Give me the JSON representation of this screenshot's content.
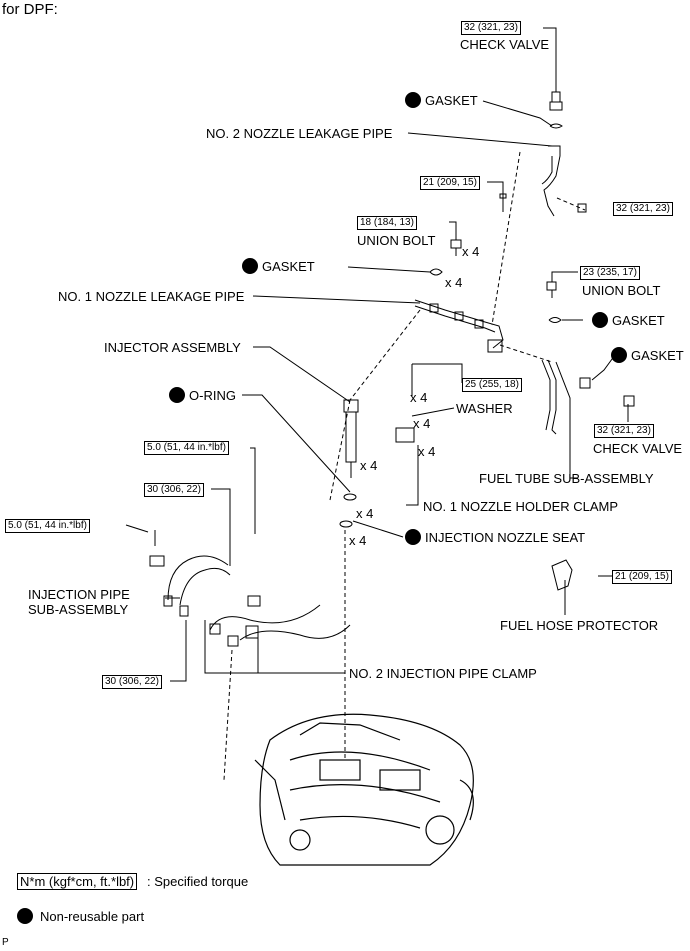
{
  "header": "for DPF:",
  "footer_mark": "P",
  "torques": {
    "check_valve_top": "32 (321, 23)",
    "leak_pipe_bolt": "32 (321, 23)",
    "pipe_bracket": "21 (209, 15)",
    "union_bolt_left": "18 (184, 13)",
    "union_bolt_right": "23 (235, 17)",
    "holder_clamp_bolt": "25 (255, 18)",
    "check_valve_right": "32 (321, 23)",
    "pipe_clamp_upper": "5.0 (51, 44 in.*lbf)",
    "pipe_clamp_left": "5.0 (51, 44 in.*lbf)",
    "inj_pipe_nut_top": "30 (306, 22)",
    "inj_pipe_nut_bottom": "30 (306, 22)",
    "hose_protector": "21 (209, 15)"
  },
  "labels": {
    "check_valve_top": "CHECK VALVE",
    "gasket_top": "GASKET",
    "no2_leak_pipe": "NO. 2 NOZZLE LEAKAGE PIPE",
    "union_bolt_left": "UNION BOLT",
    "gasket_left": "GASKET",
    "no1_leak_pipe": "NO. 1 NOZZLE LEAKAGE PIPE",
    "union_bolt_right": "UNION BOLT",
    "gasket_right": "GASKET",
    "gasket_far_right": "GASKET",
    "injector": "INJECTOR ASSEMBLY",
    "oring": "O-RING",
    "washer": "WASHER",
    "check_valve_right": "CHECK VALVE",
    "fuel_tube": "FUEL TUBE SUB-ASSEMBLY",
    "holder_clamp": "NO. 1 NOZZLE HOLDER CLAMP",
    "nozzle_seat": "INJECTION NOZZLE SEAT",
    "inj_pipe_1": "INJECTION PIPE",
    "inj_pipe_2": "SUB-ASSEMBLY",
    "hose_protector": "FUEL HOSE PROTECTOR",
    "no2_pipe_clamp": "NO. 2 INJECTION PIPE CLAMP"
  },
  "quantities": {
    "union_bolt": "x 4",
    "gasket_left": "x 4",
    "bolt_25": "x 4",
    "washer": "x 4",
    "injector": "x 4",
    "holder_clamp": "x 4",
    "oring": "x 4",
    "nozzle_seat": "x 4"
  },
  "legend": {
    "torque_box": "N*m (kgf*cm, ft.*lbf)",
    "torque_text": ": Specified torque",
    "nonreusable": "Non-reusable part"
  }
}
